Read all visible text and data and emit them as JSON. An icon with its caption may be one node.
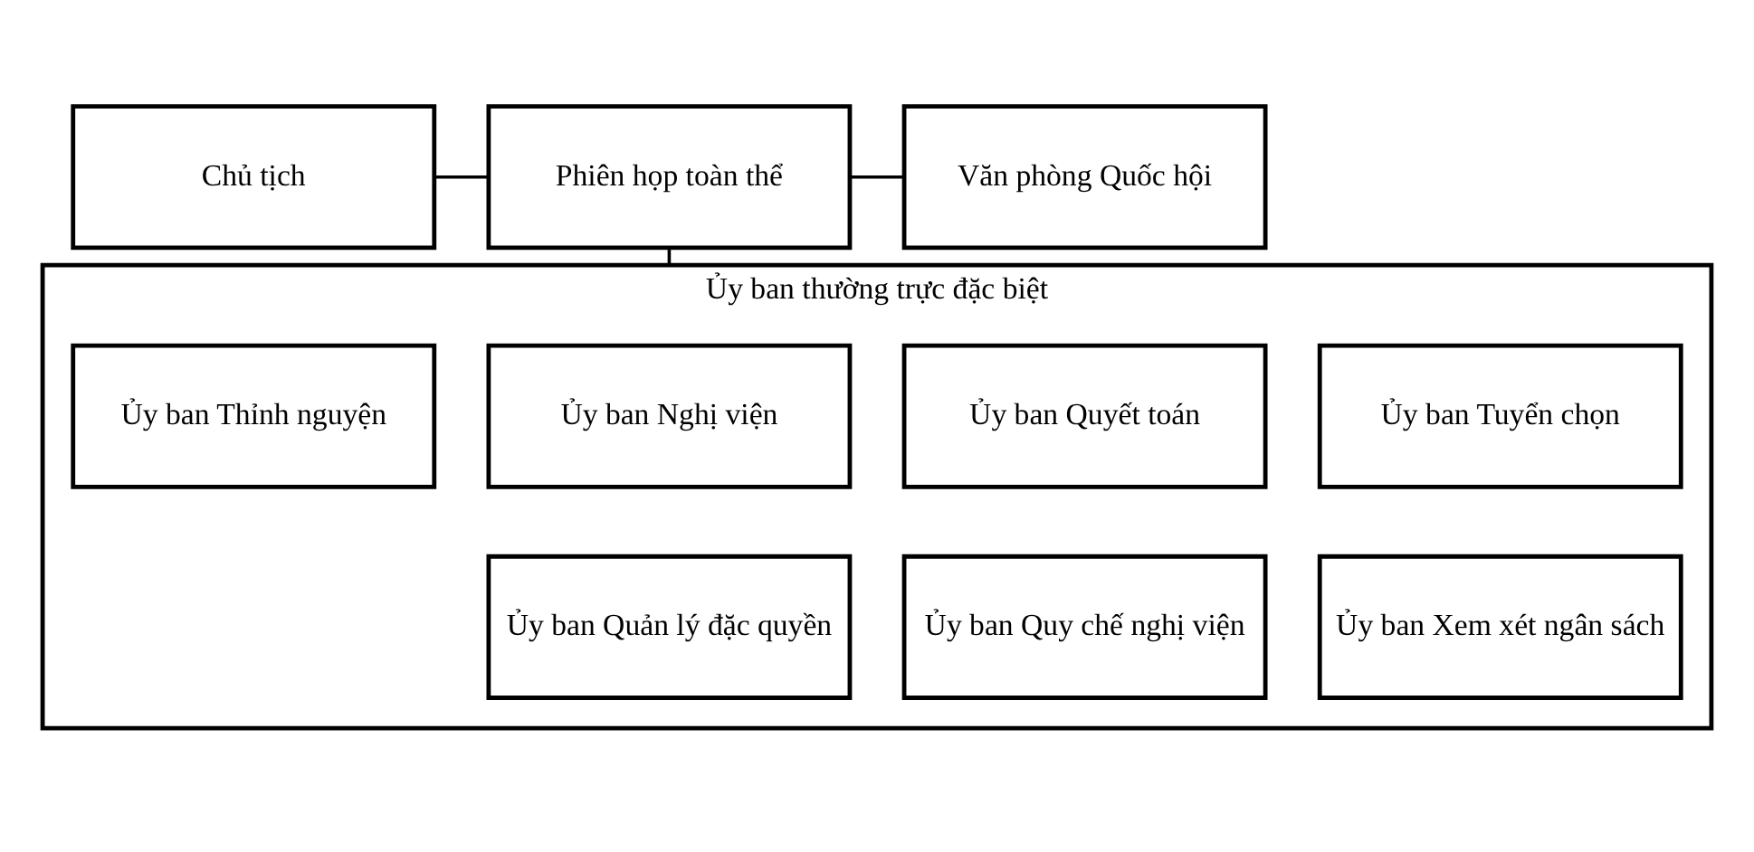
{
  "diagram": {
    "nodes": [
      {
        "text": [
          "Chủ tịch"
        ]
      },
      {
        "text": [
          "Phiên họp toàn thể"
        ]
      },
      {
        "text": [
          "Văn phòng Quốc hội"
        ]
      },
      {
        "text": [
          "Ủy ban thường trực đặc biệt"
        ]
      },
      {
        "text": [
          "Ủy ban Tuyển chọn"
        ],
        "in": 3
      },
      {
        "text": [
          "Ủy ban Quyết toán"
        ],
        "in": 3
      },
      {
        "text": [
          "Ủy ban Nghị viện"
        ],
        "in": 3
      },
      {
        "text": [
          "Ủy ban Thỉnh nguyện"
        ],
        "in": 3
      },
      {
        "text": [
          "Ủy ban Xem xét ngân sách"
        ],
        "in": 3
      },
      {
        "text": [
          "Ủy ban Quy chế nghị viện"
        ],
        "in": 3
      },
      {
        "text": [
          "Ủy ban Quản lý đặc quyền"
        ],
        "in": 3
      }
    ],
    "edges": [
      {
        "from": 0,
        "to": 1,
        "arrow": "none"
      },
      {
        "from": 1,
        "to": 2,
        "arrow": "none"
      },
      {
        "from": 1,
        "to": 3,
        "arrow": "none"
      }
    ]
  }
}
